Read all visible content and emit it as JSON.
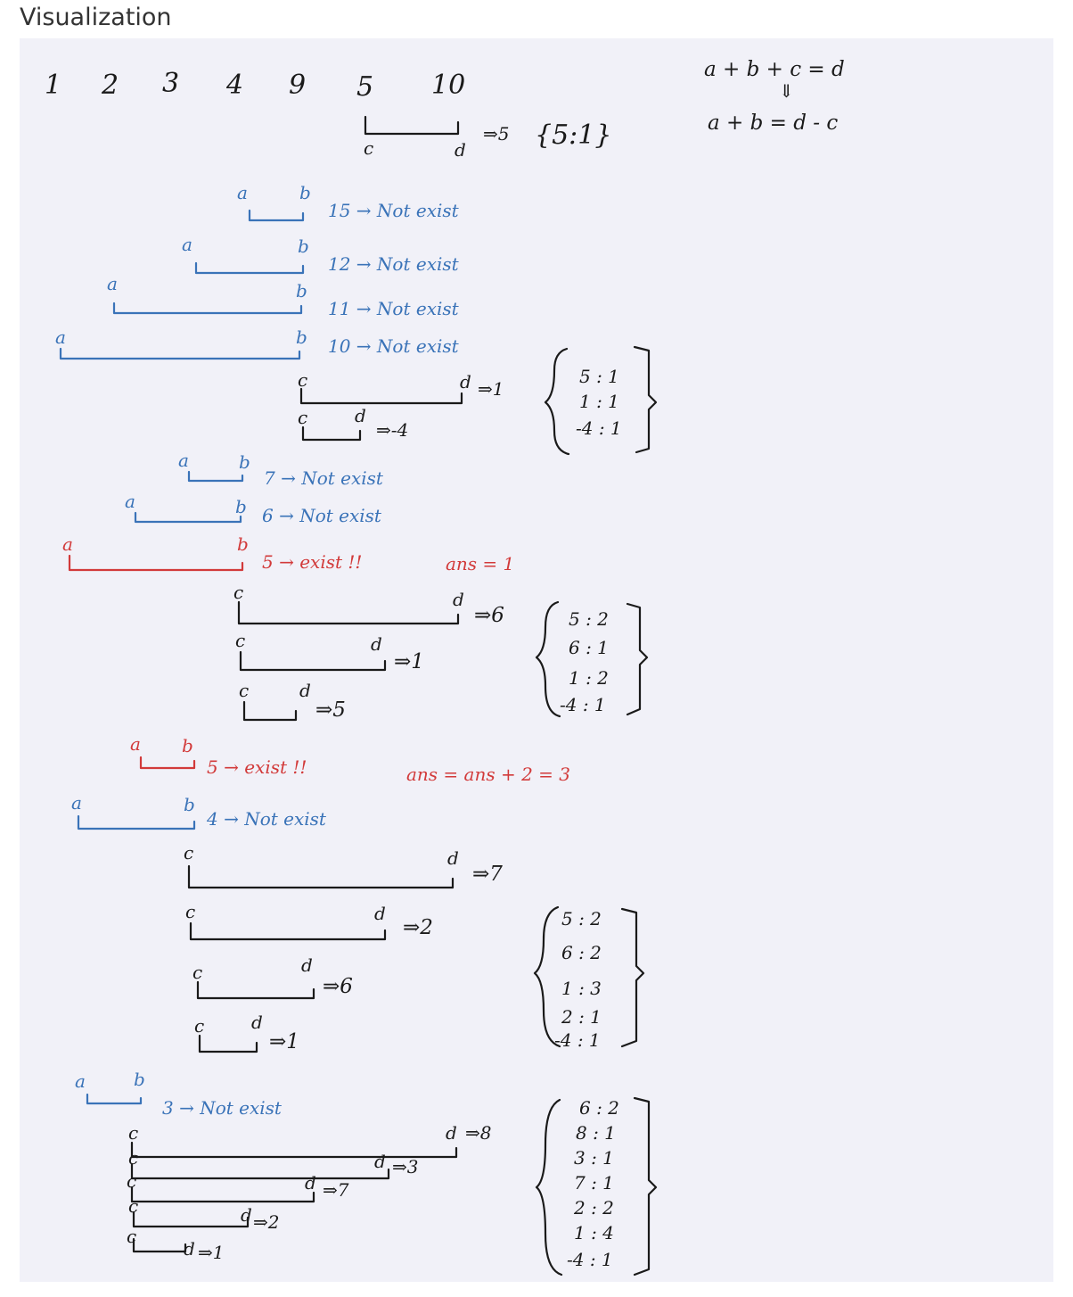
{
  "title": "Visualization",
  "array": [
    "1",
    "2",
    "3",
    "4",
    "9",
    "5",
    "10"
  ],
  "formula": {
    "line1": "a + b + c = d",
    "arrow": "⇓",
    "line2": "a + b = d - c"
  },
  "labels": {
    "a": "a",
    "b": "b",
    "c": "c",
    "d": "d"
  },
  "first_cd": {
    "result": "⇒5",
    "map": "{5:1}"
  },
  "ab_step1": [
    {
      "text": "15 → Not exist"
    },
    {
      "text": "12 → Not exist"
    },
    {
      "text": "11 → Not exist"
    },
    {
      "text": "10 → Not exist"
    }
  ],
  "cd_step1": [
    {
      "result": "⇒1"
    },
    {
      "result": "⇒-4"
    }
  ],
  "map1": [
    "5 : 1",
    "1 : 1",
    "-4 : 1"
  ],
  "ab_step2": [
    {
      "text": "7 → Not exist"
    },
    {
      "text": "6 → Not exist"
    },
    {
      "text": "5 → exist !!"
    }
  ],
  "ans1": "ans = 1",
  "cd_step2": [
    {
      "result": "⇒6"
    },
    {
      "result": "⇒1"
    },
    {
      "result": "⇒5"
    }
  ],
  "map2": [
    "5 : 2",
    "6 : 1",
    "1 : 2",
    "-4 : 1"
  ],
  "ab_step3": [
    {
      "text": "5 → exist !!"
    },
    {
      "text": "4 → Not exist"
    }
  ],
  "ans2": "ans = ans + 2 = 3",
  "cd_step3": [
    {
      "result": "⇒7"
    },
    {
      "result": "⇒2"
    },
    {
      "result": "⇒6"
    },
    {
      "result": "⇒1"
    }
  ],
  "map3": [
    "5 : 2",
    "6 : 2",
    "1 : 3",
    "2 : 1",
    "-4 : 1"
  ],
  "ab_step4": [
    {
      "text": "3 → Not exist"
    }
  ],
  "cd_step4": [
    {
      "result": "⇒8"
    },
    {
      "result": "⇒3"
    },
    {
      "result": "⇒7"
    },
    {
      "result": "⇒2"
    },
    {
      "result": "⇒1"
    }
  ],
  "map4": [
    "6 : 2",
    "8 : 1",
    "3 : 1",
    "7 : 1",
    "2 : 2",
    "1 : 4",
    "-4 : 1"
  ]
}
